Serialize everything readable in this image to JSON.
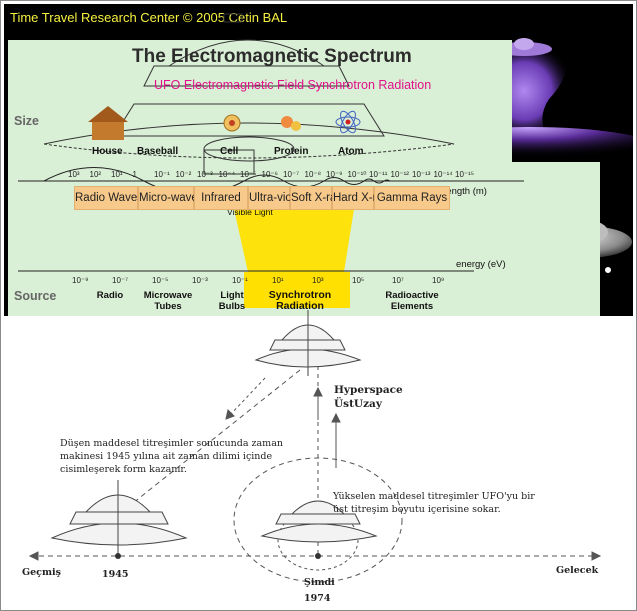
{
  "credit": "Time Travel Research Center © 2005 Cetin BAL",
  "spectrum": {
    "title": "The Electromagnetic Spectrum",
    "ufo_title": "UFO Electromagnetic Field Synchrotron Radiation",
    "size_label": "Size",
    "source_label": "Source",
    "size_items": [
      "House",
      "Baseball",
      "Cell",
      "Protein",
      "Atom"
    ],
    "wavelength_ticks": [
      "10³",
      "10²",
      "10¹",
      "1",
      "10⁻¹",
      "10⁻²",
      "10⁻³",
      "10⁻⁴",
      "10⁻⁵",
      "10⁻⁶",
      "10⁻⁷",
      "10⁻⁸",
      "10⁻⁹",
      "10⁻¹⁰",
      "10⁻¹¹",
      "10⁻¹²",
      "10⁻¹³",
      "10⁻¹⁴",
      "10⁻¹⁵"
    ],
    "wavelength_label": "wavelength (m)",
    "visible_light": "Visible Light",
    "bands": [
      "Radio Waves",
      "Micro-waves",
      "Infrared",
      "Ultra-violet",
      "Soft X-rays",
      "Hard X-rays",
      "Gamma Rays"
    ],
    "energy_ticks": [
      "10⁻⁹",
      "10⁻⁷",
      "10⁻⁵",
      "10⁻³",
      "10⁻¹",
      "10¹",
      "10³",
      "10⁵",
      "10⁷",
      "10⁹"
    ],
    "energy_label": "energy (eV)",
    "sources": [
      {
        "line1": "Radio",
        "line2": ""
      },
      {
        "line1": "Microwave",
        "line2": "Tubes"
      },
      {
        "line1": "Light",
        "line2": "Bulbs"
      },
      {
        "line1": "Synchrotron",
        "line2": "Radiation"
      },
      {
        "line1": "Radioactive",
        "line2": "Elements"
      }
    ]
  },
  "diagram": {
    "hyperspace": "Hyperspace",
    "ustuzay": "ÜstUzay",
    "left_text": "Düşen maddesel titreşimler sonucunda zaman makinesi 1945 yılına ait zaman dilimi içinde cisimleşerek form kazanır.",
    "right_text": "Yükselen maddesel titreşimler UFO'yu bir üst titreşim boyutu içerisine sokar.",
    "past": "Geçmiş",
    "now": "Şimdi",
    "future": "Gelecek",
    "year_past": "1945",
    "year_now": "1974"
  },
  "colors": {
    "credit": "#f6f040",
    "ufo_title": "#e0108a",
    "band_fill": "#f7c98a",
    "synchrotron": "#ffe000",
    "spectrum_bg": "#daf0d6",
    "purple_glow": "#7a4cc4"
  }
}
